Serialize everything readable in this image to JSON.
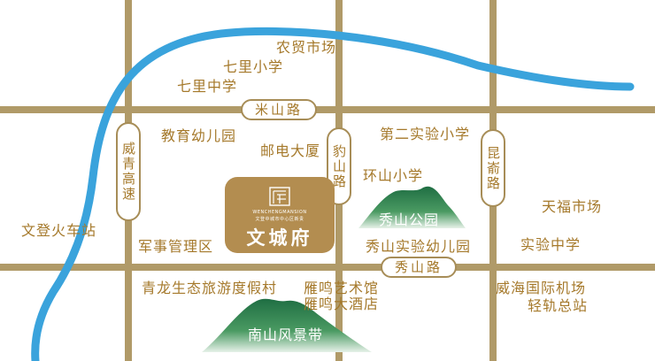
{
  "roads": {
    "mishan": "米山路",
    "xiushan": "秀山路",
    "weiqing": "威青高速",
    "baoshan": "豹山路",
    "kunyu": "昆嵛路"
  },
  "places": {
    "nongmao": "农贸市场",
    "qili_xiaoxue": "七里小学",
    "qili_zhongxue": "七里中学",
    "jiaoyu_youeryuan": "教育幼儿园",
    "youdian": "邮电大厦",
    "dier_shiyan": "第二实验小学",
    "huanshan": "环山小学",
    "wendeng": "文登火车站",
    "junshi": "军事管理区",
    "xiushan_shiyan_you": "秀山实验幼儿园",
    "tianfu": "天福市场",
    "shiyan_zhongxue": "实验中学",
    "qinglong": "青龙生态旅游度假村",
    "yanming_yishu": "雁鸣艺术馆",
    "yanming_jiudian": "雁鸣大酒店",
    "airport_line1": "威海国际机场",
    "airport_line2": "轻轨总站"
  },
  "parks": {
    "xiushan_park": "秀山公园",
    "nanshan": "南山风景带"
  },
  "logo": {
    "name": "文城府",
    "english": "WENCHENGMANSION",
    "tagline": "文登中城市中心区新贵"
  },
  "colors": {
    "road": "#b09a68",
    "river": "#3aa3dc",
    "label": "#a5792b",
    "logo_bg": "#b38d50",
    "mountain": "#2f8552"
  }
}
